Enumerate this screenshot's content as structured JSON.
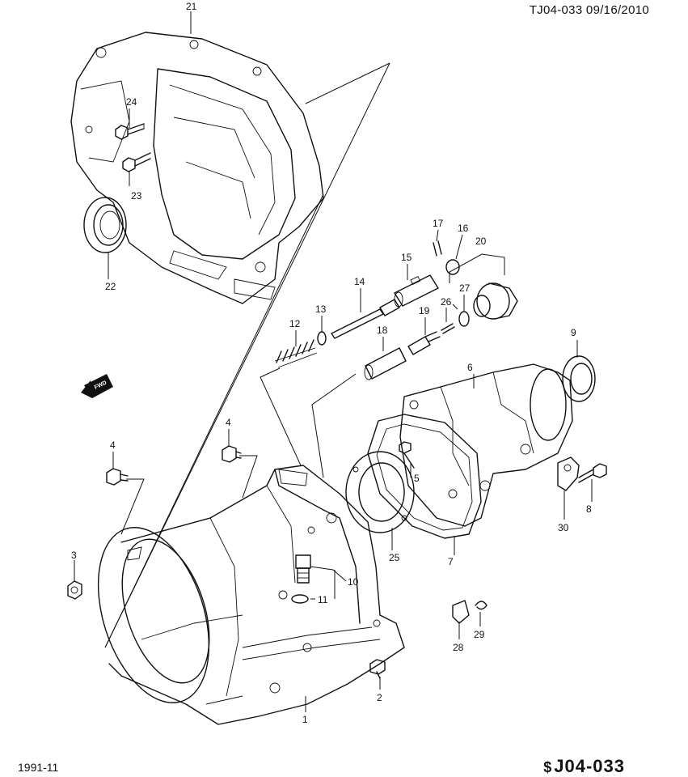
{
  "header": {
    "ref": "TJ04-033  09/16/2010"
  },
  "footer": {
    "date": "1991-11",
    "symbol": "$",
    "code": "J04-033"
  },
  "fwd_label": "FWD",
  "callouts": [
    "1",
    "2",
    "3",
    "4",
    "4",
    "5",
    "6",
    "7",
    "8",
    "9",
    "10",
    "11",
    "12",
    "13",
    "14",
    "15",
    "16",
    "17",
    "18",
    "19",
    "20",
    "21",
    "22",
    "23",
    "24",
    "25",
    "26",
    "27",
    "28",
    "29",
    "30"
  ]
}
